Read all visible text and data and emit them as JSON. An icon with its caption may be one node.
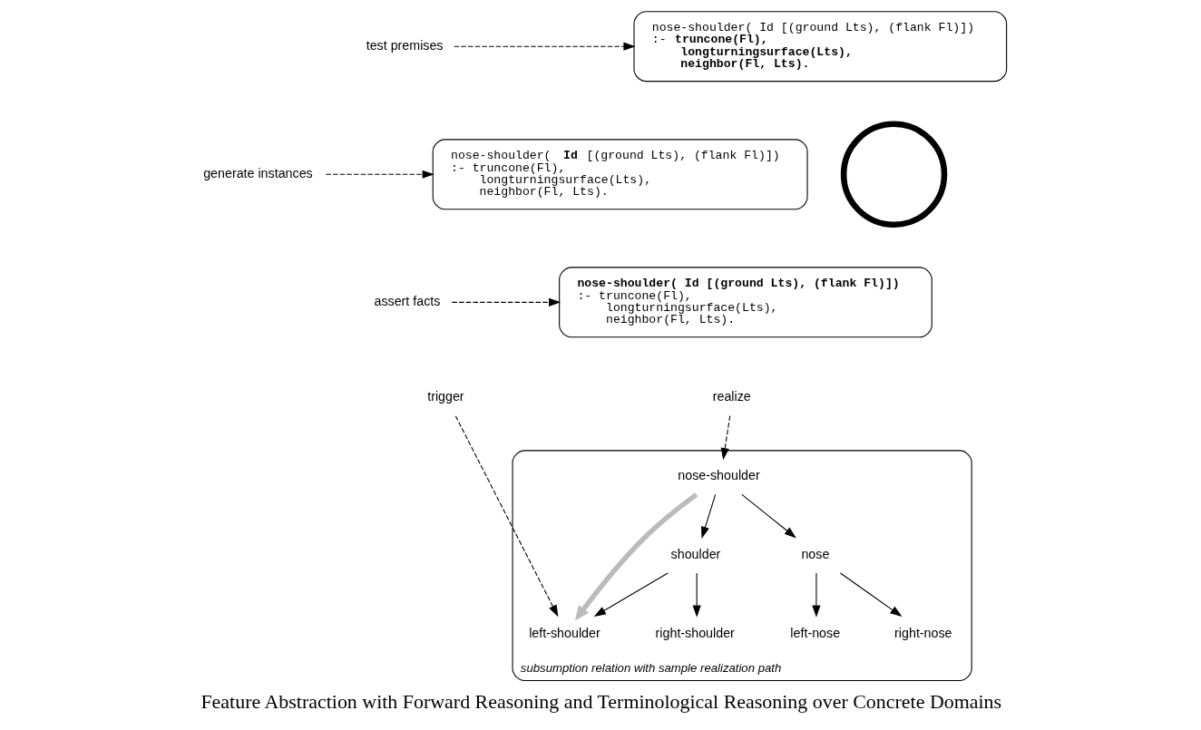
{
  "diagram": {
    "title": "Feature Abstraction with Forward Reasoning and Terminological Reasoning over Concrete Domains",
    "nodes": [
      {
        "text": [
          "test premises"
        ]
      },
      {
        "text": [
          "nose-shoulder( Id [(ground Lts), (flank Fl)])",
          ":- **truncone(Fl), longturningsurface(Lts), neighbor(Fl, Lts).**"
        ]
      },
      {
        "text": [
          "generate instances"
        ]
      },
      {
        "text": [
          "nose-shoulder( **Id** [(ground Lts), (flank Fl)])",
          ":- truncone(Fl), longturningsurface(Lts), neighbor(Fl, Lts)."
        ]
      },
      {
        "text": [
          "assert facts"
        ]
      },
      {
        "text": [
          "**nose-shoulder( Id [(ground Lts), (flank Fl)])**",
          ":- truncone(Fl), longturningsurface(Lts), neighbor(Fl, Lts)."
        ]
      },
      {
        "text": [
          "trigger"
        ]
      },
      {
        "text": [
          "realize"
        ]
      },
      {
        "text": [],
        "shape": "circle"
      },
      {
        "text": [
          "subsumption relation with sample realization path"
        ]
      },
      {
        "text": [
          "nose-shoulder"
        ],
        "in": 9
      },
      {
        "text": [
          "shoulder"
        ],
        "in": 9
      },
      {
        "text": [
          "left-shoulder"
        ],
        "in": 9
      },
      {
        "text": [
          "right-shoulder"
        ],
        "in": 9
      },
      {
        "text": [
          "nose"
        ],
        "in": 9
      },
      {
        "text": [
          "left-nose"
        ],
        "in": 9
      },
      {
        "text": [
          "right-nose"
        ],
        "in": 9
      }
    ],
    "edges": [
      {
        "from": 0,
        "to": 1,
        "arrow": "to",
        "style": "dashed"
      },
      {
        "from": 2,
        "to": 3,
        "arrow": "to",
        "style": "dashed"
      },
      {
        "from": 4,
        "to": 5,
        "arrow": "to",
        "style": "dashed"
      },
      {
        "from": 6,
        "to": 12,
        "arrow": "to",
        "style": "dashed"
      },
      {
        "from": 7,
        "to": 10,
        "arrow": "to",
        "style": "dashed"
      },
      {
        "from": 10,
        "to": 12,
        "arrow": "to",
        "style": "thick",
        "color": "#bbbbbb"
      },
      {
        "from": 10,
        "to": 11,
        "arrow": "to"
      },
      {
        "from": 10,
        "to": 14,
        "arrow": "to"
      },
      {
        "from": 11,
        "to": 12,
        "arrow": "to"
      },
      {
        "from": 11,
        "to": 13,
        "arrow": "to"
      },
      {
        "from": 14,
        "to": 15,
        "arrow": "to"
      },
      {
        "from": 14,
        "to": 16,
        "arrow": "to"
      }
    ]
  }
}
